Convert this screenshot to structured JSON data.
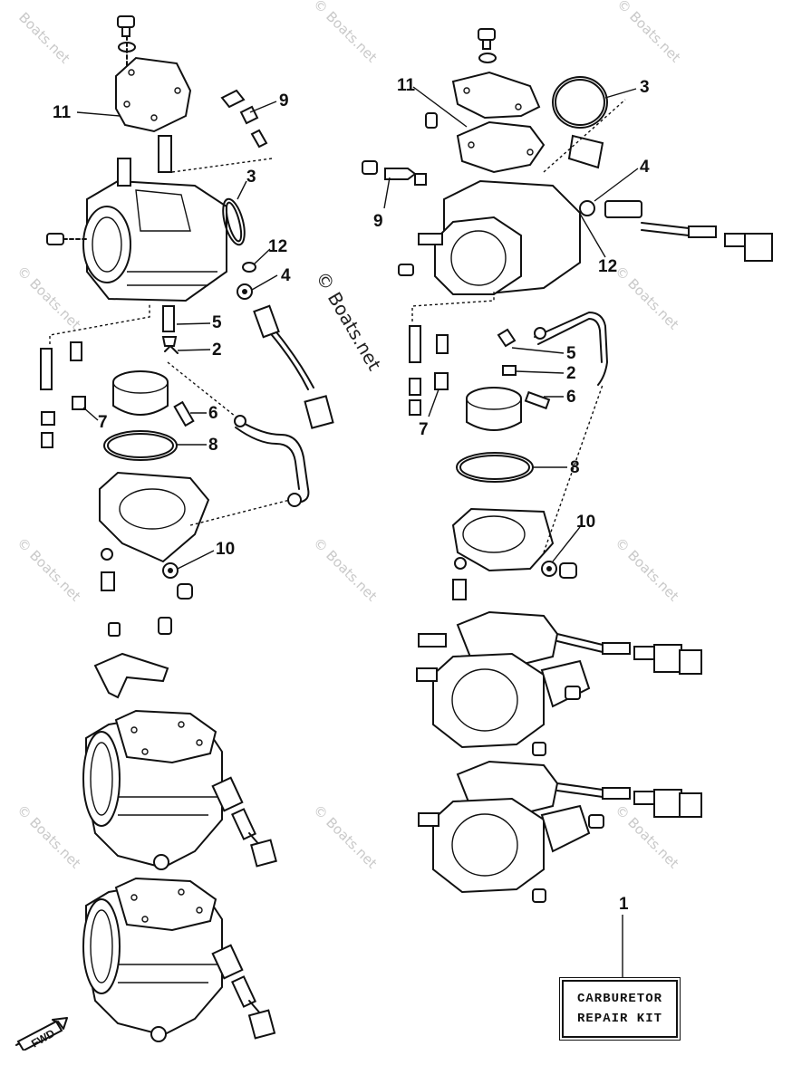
{
  "watermark": {
    "text": "© Boats.net",
    "text_plain": "Boats.net"
  },
  "callouts": {
    "left": [
      "11",
      "9",
      "3",
      "12",
      "4",
      "5",
      "2",
      "6",
      "7",
      "8",
      "10"
    ],
    "right": [
      "11",
      "3",
      "4",
      "9",
      "12",
      "5",
      "2",
      "6",
      "7",
      "8",
      "10"
    ],
    "kit_number": "1"
  },
  "kit_label": {
    "line1": "CARBURETOR",
    "line2": "REPAIR KIT"
  },
  "fwd_label": "FWD"
}
